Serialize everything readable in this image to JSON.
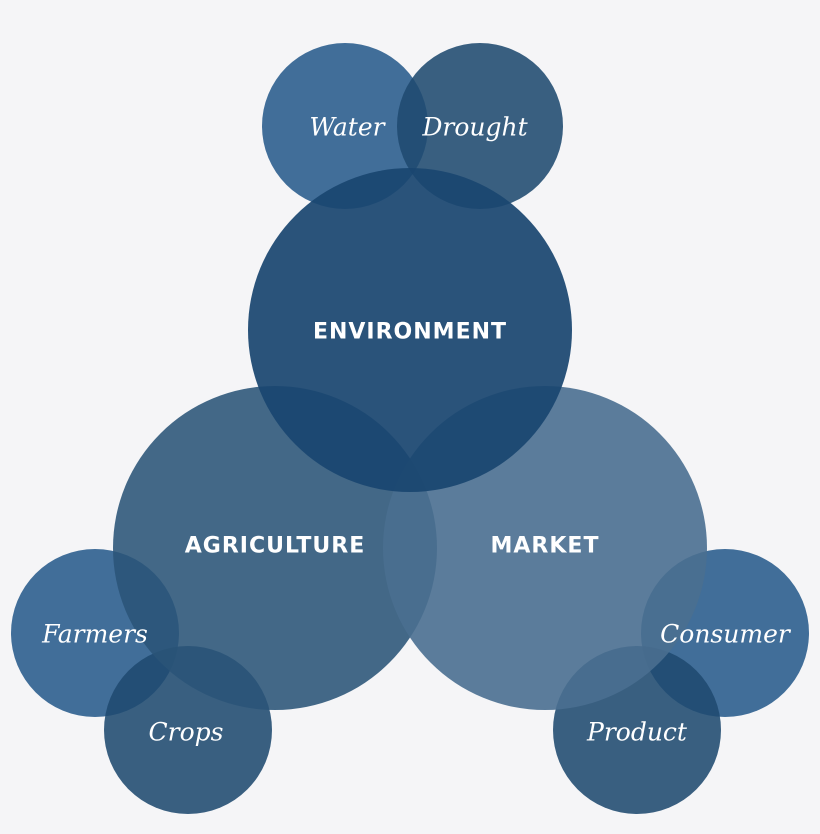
{
  "colors": {
    "background": "#f5f5f7",
    "environment": "#1f4a70",
    "agriculture": "#2f5a80",
    "market": "#4f7494",
    "small_circle_light": "#396895",
    "small_circle_dark": "#2d5478",
    "label_text": "#ffffff"
  },
  "main_circles": {
    "environment": "ENVIRONMENT",
    "agriculture": "AGRICULTURE",
    "market": "MARKET"
  },
  "sub_circles": {
    "water": "Water",
    "drought": "Drought",
    "farmers": "Farmers",
    "crops": "Crops",
    "consumer": "Consumer",
    "product": "Product"
  }
}
